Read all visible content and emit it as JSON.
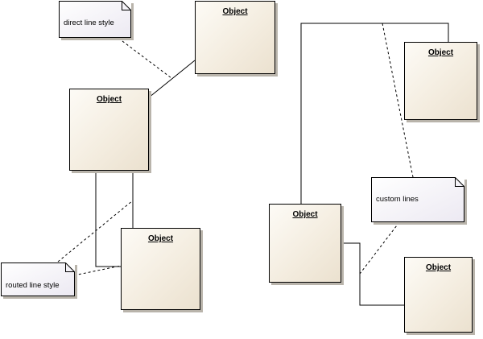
{
  "diagram": {
    "objects": [
      {
        "id": "obj1",
        "label": "Object"
      },
      {
        "id": "obj2",
        "label": "Object"
      },
      {
        "id": "obj3",
        "label": "Object"
      },
      {
        "id": "obj4",
        "label": "Object"
      },
      {
        "id": "obj5",
        "label": "Object"
      },
      {
        "id": "obj6",
        "label": "Object"
      }
    ],
    "notes": [
      {
        "id": "note-direct",
        "text": "direct line style"
      },
      {
        "id": "note-routed",
        "text": "routed line style"
      },
      {
        "id": "note-custom",
        "text": "custom lines"
      }
    ]
  },
  "colors": {
    "object_fill_light": "#fdfbf6",
    "object_fill_dark": "#ebe1cf",
    "note_fill_light": "#ffffff",
    "note_fill_dark": "#ece9f2",
    "line": "#000000"
  }
}
